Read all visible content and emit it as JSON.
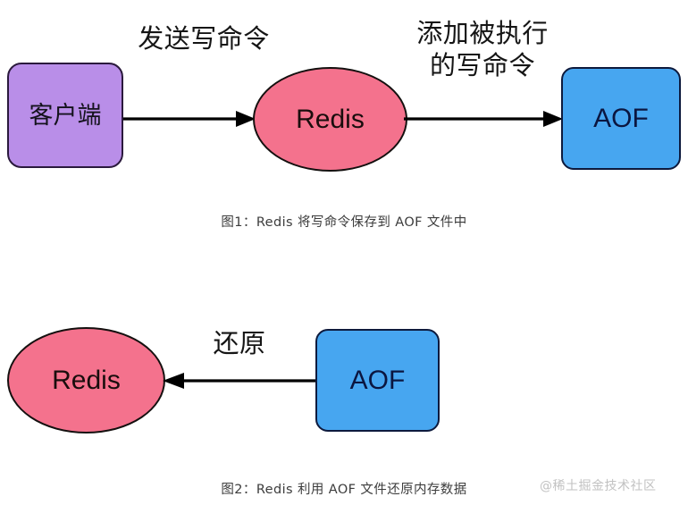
{
  "figure": {
    "title_alt": "Redis AOF 持久化流程图",
    "background_color": "#ffffff"
  },
  "colors": {
    "client_fill": "#b98ee8",
    "client_stroke": "#2b1a3d",
    "redis_fill": "#f4728d",
    "redis_stroke": "#14100f",
    "aof_fill": "#47a6f0",
    "aof_stroke": "#0d1a3d",
    "arrow": "#000000",
    "caption_text": "#3c3c3c",
    "watermark_text": "#c2c2c2"
  },
  "diagram1": {
    "nodes": {
      "client": {
        "label": "客户端",
        "shape": "rounded-rect"
      },
      "redis": {
        "label": "Redis",
        "shape": "ellipse"
      },
      "aof": {
        "label": "AOF",
        "shape": "rounded-rect"
      }
    },
    "edges": [
      {
        "label": "发送写命令",
        "from": "client",
        "to": "redis",
        "direction": "right"
      },
      {
        "label": "添加被执行\n的写命令",
        "from": "redis",
        "to": "aof",
        "direction": "right"
      }
    ],
    "caption": "图1：Redis 将写命令保存到 AOF 文件中"
  },
  "diagram2": {
    "nodes": {
      "redis": {
        "label": "Redis",
        "shape": "ellipse"
      },
      "aof": {
        "label": "AOF",
        "shape": "rounded-rect"
      }
    },
    "edges": [
      {
        "label": "还原",
        "from": "aof",
        "to": "redis",
        "direction": "left"
      }
    ],
    "caption": "图2：Redis 利用 AOF 文件还原内存数据"
  },
  "watermark": "@稀土掘金技术社区"
}
